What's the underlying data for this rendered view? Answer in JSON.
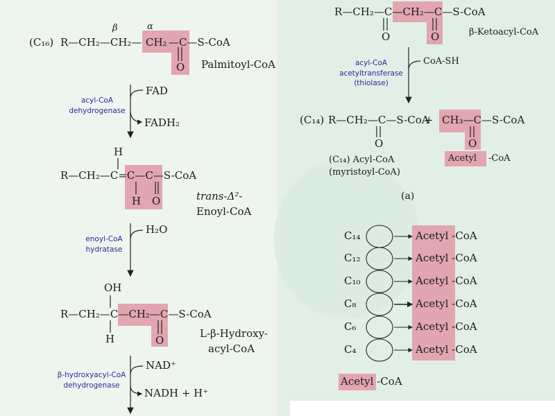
{
  "steps": {
    "palmitoyl": {
      "carbon_tag": "(C₁₆)",
      "beta": "β",
      "alpha": "α",
      "chain_r": "R—CH₂—CH₂—",
      "chain_ch2": "CH₂",
      "carbonyl": "—C—S-CoA",
      "oxygen": "O",
      "name": "Palmitoyl-CoA"
    },
    "step1": {
      "enzyme_line1": "acyl-CoA",
      "enzyme_line2": "dehydrogenase",
      "cofactor_in": "FAD",
      "cofactor_out": "FADH₂"
    },
    "enoyl": {
      "top_h": "H",
      "chain": "R—CH₂—C=C—C—S-CoA",
      "bottom_h": "H",
      "oxygen": "O",
      "name_line1": "trans-Δ²-",
      "name_line2": "Enoyl-CoA"
    },
    "step2": {
      "enzyme_line1": "enoyl-CoA",
      "enzyme_line2": "hydratase",
      "cofactor_in": "H₂O"
    },
    "hydroxy": {
      "top_oh": "OH",
      "chain": "R—CH₂—C—CH₂—C—S-CoA",
      "bottom_h": "H",
      "oxygen": "O",
      "name_line1": "L-β-Hydroxy-",
      "name_line2": "acyl-CoA"
    },
    "step3": {
      "enzyme_line1": "β-hydroxyacyl-CoA",
      "enzyme_line2": "dehydrogenase",
      "cofactor_in": "NAD⁺",
      "cofactor_out": "NADH + H⁺"
    },
    "ketoacyl": {
      "chain": "R—CH₂—C—CH₂—C—S-CoA",
      "oxygen1": "O",
      "oxygen2": "O",
      "name": "β-Ketoacyl-CoA"
    },
    "step4": {
      "enzyme_line1": "acyl-CoA",
      "enzyme_line2": "acetyltransferase",
      "enzyme_line3": "(thiolase)",
      "cofactor_in": "CoA-SH"
    },
    "products": {
      "carbon_tag": "(C₁₄)",
      "acyl_chain": "R—CH₂—C—S-CoA",
      "plus": "+",
      "acetyl_chain": "CH₃—C—S-CoA",
      "oxygen1": "O",
      "oxygen2": "O",
      "acyl_name_line1": "(C₁₄) Acyl-CoA",
      "acyl_name_line2": "(myristoyl-CoA)",
      "acetyl_label": "Acetyl",
      "acetyl_suffix": "-CoA"
    },
    "panel_label": "(a)"
  },
  "cycle": {
    "carbons": [
      "C₁₄",
      "C₁₂",
      "C₁₀",
      "C₈",
      "C₆",
      "C₄"
    ],
    "product_label": "Acetyl",
    "product_suffix": "-CoA",
    "final_label": "Acetyl",
    "final_suffix": "-CoA"
  },
  "colors": {
    "highlight": "#e2a6b0",
    "enzyme_text": "#2a2a9a",
    "background": "#eef5ee"
  }
}
